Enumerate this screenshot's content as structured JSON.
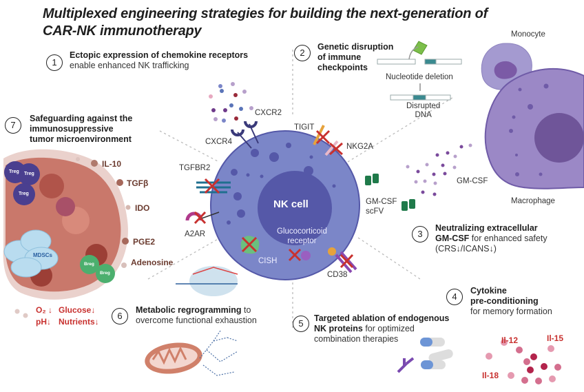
{
  "title": {
    "line1": "Multiplexed engineering strategies for building the next-generation of",
    "line2": "CAR-NK immunotherapy"
  },
  "steps": [
    {
      "number": "1",
      "bold": "Ectopic expression of chemokine receptors",
      "rest": "enable enhanced NK trafficking"
    },
    {
      "number": "2",
      "bold_lines": [
        "Genetic disruption",
        "of immune",
        "checkpoints"
      ]
    },
    {
      "number": "3",
      "bold1": "Neutralizing extracellular",
      "bold2": "GM-CSF",
      "rest2": " for enhanced safety",
      "rest3": "(CRS↓/ICANS↓)"
    },
    {
      "number": "4",
      "bold_lines": [
        "Cytokine",
        "pre-conditioning"
      ],
      "rest": "for memory formation"
    },
    {
      "number": "5",
      "bold1": "Targeted ablation of endogenous",
      "bold2": "NK proteins",
      "rest2": " for optimized",
      "rest3": "combination therapies"
    },
    {
      "number": "6",
      "bold": "Metabolic regrogramming",
      "rest1": " to",
      "rest2": "overcome functional exhaustion"
    },
    {
      "number": "7",
      "bold_lines": [
        "Safeguarding against the",
        "immunosuppressive",
        "tumor microenvironment"
      ]
    }
  ],
  "nk_cell": {
    "label": "NK cell",
    "receptors": {
      "cxcr2": "CXCR2",
      "cxcr4": "CXCR4",
      "tigit": "TIGIT",
      "nkg2a": "NKG2A",
      "tgfbr2": "TGFBR2",
      "a2ar": "A2AR",
      "cish": "CISH",
      "glucocorticoid_line1": "Glucocorticoid",
      "glucocorticoid_line2": "receptor",
      "cd38": "CD38"
    }
  },
  "crispr": {
    "deletion_label": "Nucleotide deletion",
    "disrupted_line1": "Disrupted",
    "disrupted_line2": "DNA"
  },
  "myeloid": {
    "monocyte": "Monocyte",
    "macrophage": "Macrophage",
    "gmcsf": "GM-CSF",
    "scfv_line1": "GM-CSF",
    "scfv_line2": "scFV"
  },
  "tme": {
    "factors": [
      "IL-10",
      "TGFβ",
      "IDO",
      "PGE2",
      "Adenosine"
    ],
    "cells": {
      "treg": "Treg",
      "mdsc": "MDSCs",
      "breg": "Breg"
    },
    "conditions": {
      "o2": "O₂ ↓",
      "glucose": "Glucose↓",
      "ph": "pH↓",
      "nutrients": "Nutrients↓"
    }
  },
  "cytokines": {
    "il12": "Il-12",
    "il15": "Il-15",
    "il18": "Il-18"
  },
  "colors": {
    "nk_cell": "#7b86c8",
    "nk_nucleus": "#5558a8",
    "macrophage": "#9b88c6",
    "tumor": "#c9786b",
    "red_x": "#c8312f",
    "scfv_green": "#1f7a4a"
  }
}
